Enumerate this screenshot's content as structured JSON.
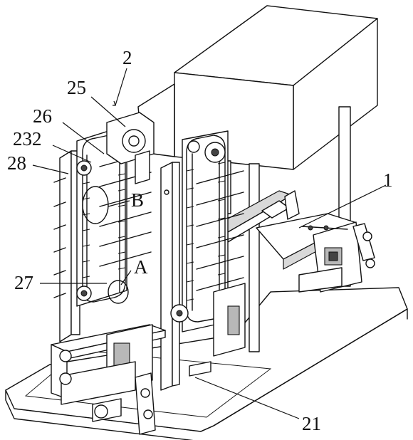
{
  "labels": {
    "l2": "2",
    "l25": "25",
    "l26": "26",
    "l232": "232",
    "l28": "28",
    "lB": "B",
    "lA": "A",
    "l27": "27",
    "l1": "1",
    "l21": "21"
  }
}
